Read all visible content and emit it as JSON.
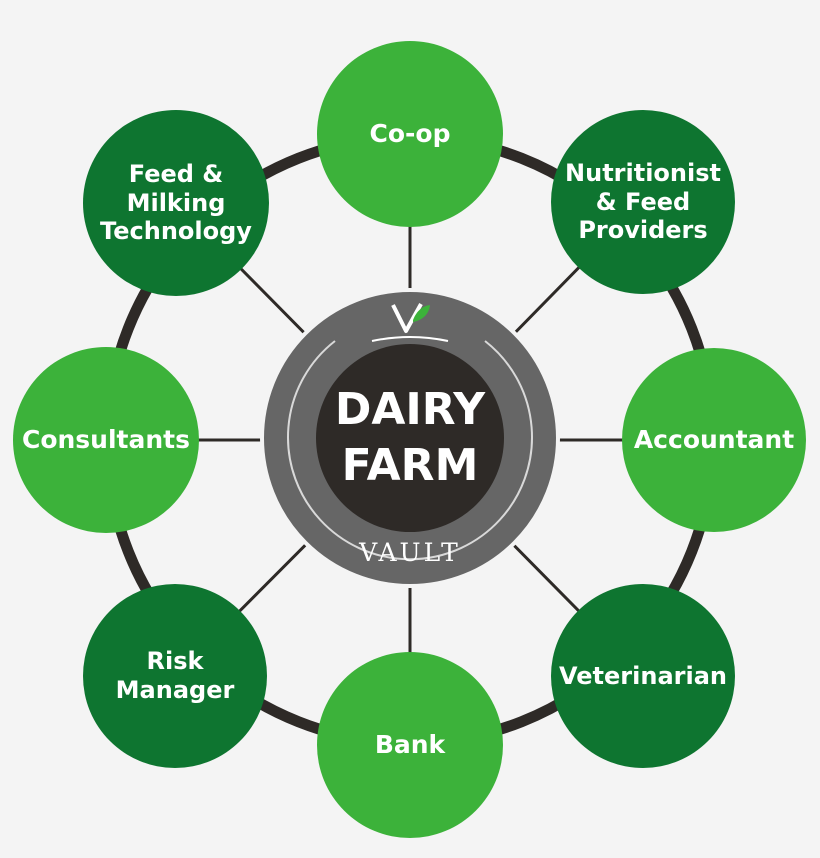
{
  "center": {
    "title": "DAIRY\nFARM",
    "subtitle": "VAULT",
    "logo_icon": "v-leaf-logo-icon"
  },
  "colors": {
    "background": "#f4f4f4",
    "ring": "#2e2a27",
    "light_green": "#3cb23a",
    "dark_green": "#0e7530",
    "outer_gray": "#666666",
    "inner_dark": "#2e2a27"
  },
  "nodes": [
    {
      "id": "co-op",
      "label": "Co-op",
      "tone": "light"
    },
    {
      "id": "nutritionist",
      "label": "Nutritionist\n& Feed\nProviders",
      "tone": "dark"
    },
    {
      "id": "accountant",
      "label": "Accountant",
      "tone": "light"
    },
    {
      "id": "veterinarian",
      "label": "Veterinarian",
      "tone": "dark"
    },
    {
      "id": "bank",
      "label": "Bank",
      "tone": "light"
    },
    {
      "id": "risk-manager",
      "label": "Risk\nManager",
      "tone": "dark"
    },
    {
      "id": "consultants",
      "label": "Consultants",
      "tone": "light"
    },
    {
      "id": "feed-milking",
      "label": "Feed &\nMilking\nTechnology",
      "tone": "dark"
    }
  ]
}
